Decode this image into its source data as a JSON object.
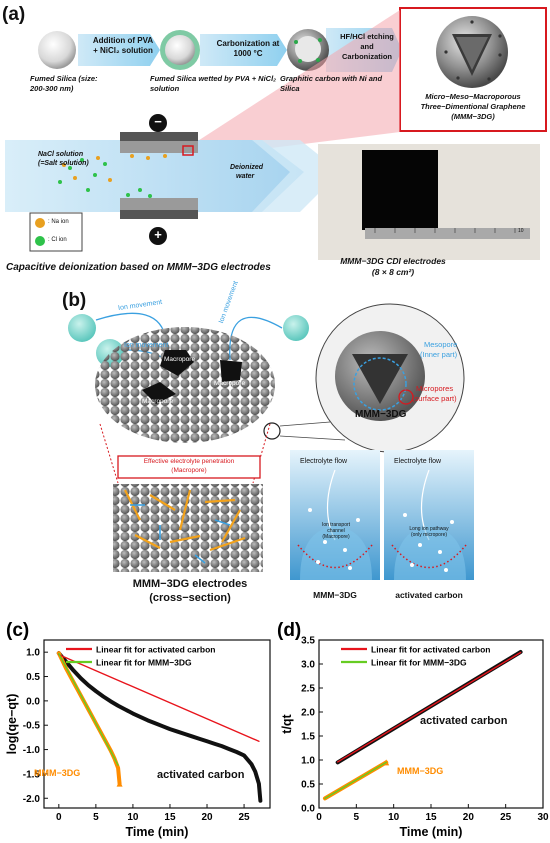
{
  "panel_a": {
    "label": "(a)",
    "steps": [
      {
        "arrow_text": "Addition of PVA + NiCl₂ solution",
        "caption": "Fumed Silica (size: 200-300 nm)"
      },
      {
        "arrow_text": "Carbonization at 1000 °C",
        "caption": "Fumed Silica wetted by PVA + NiCl₂ solution"
      },
      {
        "arrow_text": "HF/HCl etching and Carbonization",
        "caption": "Graphitic carbon with Ni and Silica"
      }
    ],
    "result_caption": [
      "Micro−Meso−Macroporous",
      "Three−Dimentional Graphene",
      "(MMM−3DG)"
    ],
    "cdi": {
      "inlet": [
        "NaCl solution",
        "(=Salt solution)"
      ],
      "outlet": [
        "Deionized",
        "water"
      ],
      "minus": "−",
      "plus": "+",
      "legend_na": ": Na ion",
      "legend_cl": ": Cl ion"
    },
    "scale_text": "10",
    "photo_caption": [
      "MMM−3DG CDI electrodes",
      "(8 × 8 cm²)"
    ],
    "bottom_caption": "Capacitive deionization based on MMM−3DG electrodes"
  },
  "panel_b": {
    "label": "(b)",
    "ion_movement": "Ion movement",
    "macropore": "Macropore",
    "mesopore": [
      "Mesopore",
      "(Inner part)"
    ],
    "micropores": [
      "Micropores",
      "(surface part)"
    ],
    "mmm_label": "MMM−3DG",
    "effective": [
      "Effective electrolyte penetration",
      "(Macropore)"
    ],
    "cross_section": [
      "MMM−3DG electrodes",
      "(cross−section)"
    ],
    "electrolyte_flow": "Electrolyte flow",
    "ion_transport_left": [
      "Ion transport",
      "channel",
      "(Macropore)"
    ],
    "ion_transport_right": [
      "Long ion pathway",
      "(only micropore)"
    ],
    "left_caption": "MMM−3DG",
    "right_caption": "activated carbon"
  },
  "chart_data": [
    {
      "panel": "(c)",
      "type": "line",
      "xlabel": "Time (min)",
      "ylabel": "log(qe−qt)",
      "xlim": [
        -2,
        28.5
      ],
      "ylim": [
        -2.2,
        1.25
      ],
      "xticks": [
        0,
        5,
        10,
        15,
        20,
        25
      ],
      "yticks": [
        1.0,
        0.5,
        0.0,
        -0.5,
        -1.0,
        -1.5,
        -2.0
      ],
      "ytick_labels": [
        "1.0",
        "0.5",
        "0.0",
        "-0.5",
        "-1.0",
        "-1.5",
        "-2.0"
      ],
      "legend": [
        "Linear fit for activated carbon",
        "Linear fit for MMM−3DG"
      ],
      "annotations": [
        "MMM−3DG",
        "activated carbon"
      ],
      "series": [
        {
          "name": "activated carbon",
          "color": "#111111",
          "x": [
            0,
            1,
            2,
            3,
            4,
            5,
            6,
            7,
            8,
            9,
            10,
            11,
            12,
            13,
            14,
            15,
            16,
            17,
            18,
            19,
            20,
            21,
            22,
            23,
            24,
            25,
            26,
            26.5,
            27,
            27.2
          ],
          "y": [
            0.98,
            0.8,
            0.62,
            0.46,
            0.32,
            0.2,
            0.09,
            -0.01,
            -0.1,
            -0.18,
            -0.26,
            -0.33,
            -0.4,
            -0.46,
            -0.52,
            -0.58,
            -0.63,
            -0.68,
            -0.73,
            -0.78,
            -0.83,
            -0.88,
            -0.93,
            -0.99,
            -1.05,
            -1.12,
            -1.3,
            -1.45,
            -1.7,
            -2.05
          ]
        },
        {
          "name": "MMM−3DG",
          "color": "#ff8c00",
          "x": [
            0,
            0.5,
            1,
            1.5,
            2,
            2.5,
            3,
            3.5,
            4,
            4.5,
            5,
            5.5,
            6,
            6.5,
            7,
            7.5,
            8,
            8.2
          ],
          "y": [
            0.98,
            0.82,
            0.66,
            0.52,
            0.38,
            0.24,
            0.1,
            -0.04,
            -0.18,
            -0.32,
            -0.46,
            -0.6,
            -0.74,
            -0.88,
            -1.02,
            -1.18,
            -1.38,
            -1.7
          ]
        },
        {
          "name": "Linear fit for activated carbon",
          "color": "#e8141c",
          "x": [
            0,
            27
          ],
          "y": [
            0.95,
            -0.83
          ]
        },
        {
          "name": "Linear fit for MMM−3DG",
          "color": "#66cc22",
          "x": [
            0,
            8
          ],
          "y": [
            0.97,
            -1.32
          ]
        }
      ]
    },
    {
      "panel": "(d)",
      "type": "line",
      "xlabel": "Time (min)",
      "ylabel": "t/qt",
      "xlim": [
        0,
        30
      ],
      "ylim": [
        0,
        3.5
      ],
      "xticks": [
        0,
        5,
        10,
        15,
        20,
        25,
        30
      ],
      "yticks": [
        0.0,
        0.5,
        1.0,
        1.5,
        2.0,
        2.5,
        3.0,
        3.5
      ],
      "ytick_labels": [
        "0.0",
        "0.5",
        "1.0",
        "1.5",
        "2.0",
        "2.5",
        "3.0",
        "3.5"
      ],
      "legend": [
        "Linear fit for activated carbon",
        "Linear fit for MMM−3DG"
      ],
      "annotations": [
        "activated carbon",
        "MMM−3DG"
      ],
      "series": [
        {
          "name": "activated carbon",
          "color": "#111111",
          "x": [
            2.5,
            27
          ],
          "y": [
            0.95,
            3.25
          ]
        },
        {
          "name": "MMM−3DG",
          "color": "#ff8c00",
          "x": [
            0.8,
            9
          ],
          "y": [
            0.2,
            0.95
          ]
        },
        {
          "name": "Linear fit for activated carbon",
          "color": "#e8141c",
          "x": [
            2.5,
            27
          ],
          "y": [
            0.96,
            3.24
          ]
        },
        {
          "name": "Linear fit for MMM−3DG",
          "color": "#66cc22",
          "x": [
            0.8,
            9
          ],
          "y": [
            0.2,
            0.95
          ]
        }
      ]
    }
  ]
}
